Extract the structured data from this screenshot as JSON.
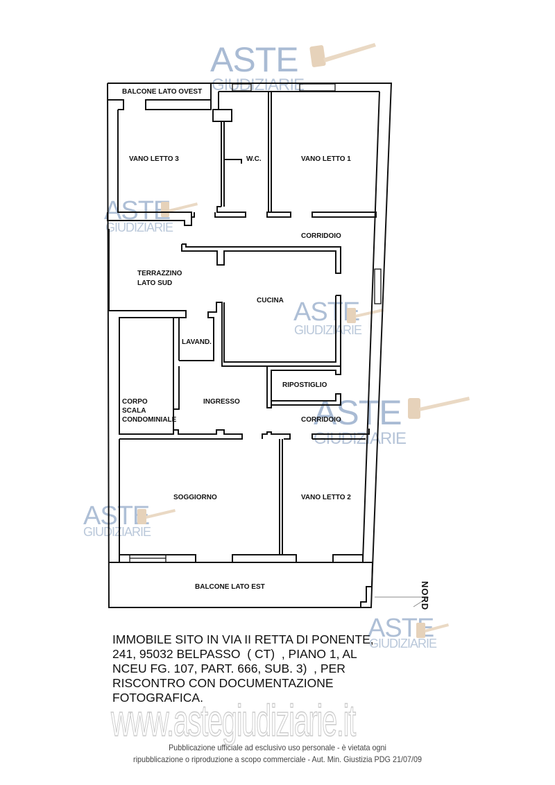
{
  "watermark": {
    "brand_top": "ASTE",
    "brand_bottom": "GIUDIZIARIE",
    "url": "www.astegiudiziarie.it",
    "colors": {
      "text": "#a9bbd4",
      "gavel": "#e6d2ba"
    }
  },
  "floor_plan": {
    "rooms": {
      "balcone_ovest": "BALCONE LATO OVEST",
      "vano_letto_3": "VANO LETTO 3",
      "wc": "W.C.",
      "vano_letto_1": "VANO LETTO 1",
      "corridoio_top": "CORRIDOIO",
      "terrazzino_1": "TERRAZZINO",
      "terrazzino_2": "LATO SUD",
      "cucina": "CUCINA",
      "lavanderia": "LAVAND.",
      "ripostiglio": "RIPOSTIGLIO",
      "corpo_scala_1": "CORPO",
      "corpo_scala_2": "SCALA",
      "corpo_scala_3": "CONDOMINIALE",
      "ingresso": "INGRESSO",
      "corridoio_bottom": "CORRIDOIO",
      "soggiorno": "SOGGIORNO",
      "vano_letto_2": "VANO LETTO 2",
      "balcone_est": "BALCONE LATO EST"
    },
    "compass_label": "NORD"
  },
  "description": {
    "lines": [
      "IMMOBILE SITO IN VIA II RETTA DI PONENTE,",
      "241, 95032 BELPASSO  ( CT)  , PIANO 1, AL",
      "NCEU FG. 107, PART. 666, SUB. 3)  , PER",
      "RISCONTRO CON DOCUMENTAZIONE",
      "FOTOGRAFICA."
    ]
  },
  "footer": {
    "line1": "Pubblicazione ufficiale ad esclusivo uso personale - è vietata ogni",
    "line2": "ripubblicazione o riproduzione a scopo commerciale - Aut. Min. Giustizia PDG 21/07/09"
  }
}
